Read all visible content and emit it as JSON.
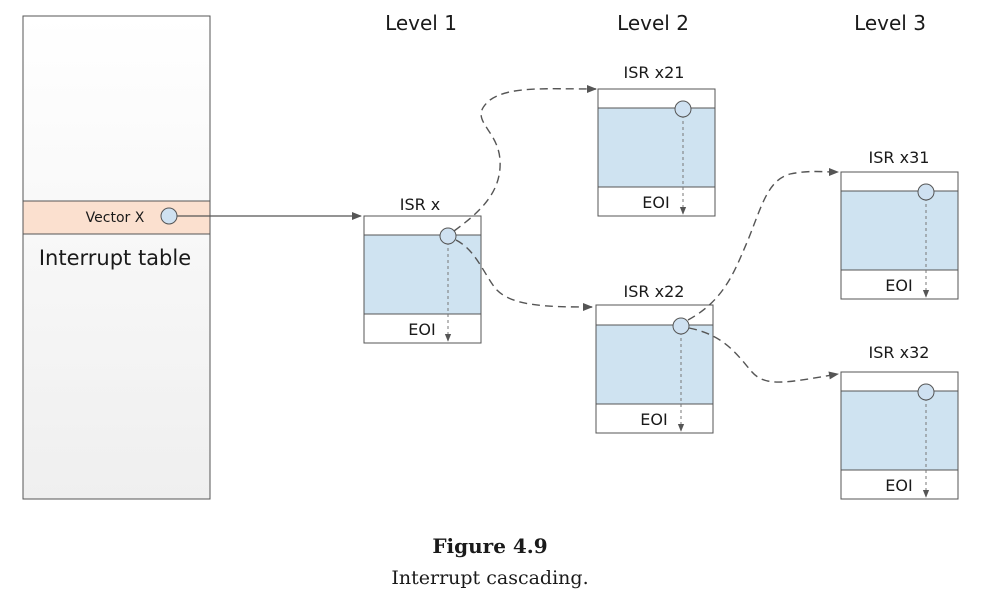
{
  "levels": [
    "Level 1",
    "Level 2",
    "Level 3"
  ],
  "interrupt_table": {
    "label": "Interrupt table",
    "vector_label": "Vector X"
  },
  "isrs": [
    {
      "id": "x",
      "title": "ISR x",
      "eoi": "EOI"
    },
    {
      "id": "x21",
      "title": "ISR x21",
      "eoi": "EOI"
    },
    {
      "id": "x22",
      "title": "ISR x22",
      "eoi": "EOI"
    },
    {
      "id": "x31",
      "title": "ISR x31",
      "eoi": "EOI"
    },
    {
      "id": "x32",
      "title": "ISR x32",
      "eoi": "EOI"
    }
  ],
  "caption": {
    "figure": "Figure 4.9",
    "text": "Interrupt cascading."
  },
  "colors": {
    "vector_fill": "#fbe0cf",
    "table_fill": "#f4f4f4",
    "body_fill": "#cfe3f1",
    "knob_fill": "#cfe1f1",
    "stroke": "#555555"
  }
}
